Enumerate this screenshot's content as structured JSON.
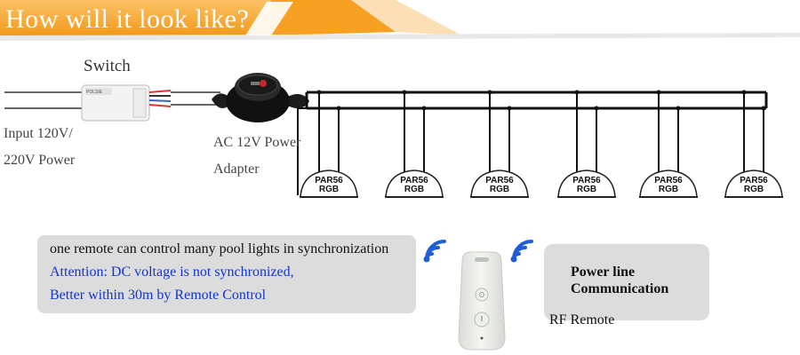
{
  "banner": {
    "title": "How will it look like?",
    "colors": {
      "primary": "#f7a024",
      "light": "#fbc266",
      "stripe": "#e8e8e8"
    }
  },
  "wiring": {
    "switch_label": "Switch",
    "switch_module_text": "POLSIE",
    "input_label_1": "Input 120V/",
    "input_label_2": "220V Power",
    "adapter_label_1": "AC 12V Power",
    "adapter_label_2": "Adapter"
  },
  "lights": [
    {
      "label_1": "PAR56",
      "label_2": "RGB"
    },
    {
      "label_1": "PAR56",
      "label_2": "RGB"
    },
    {
      "label_1": "PAR56",
      "label_2": "RGB"
    },
    {
      "label_1": "PAR56",
      "label_2": "RGB"
    },
    {
      "label_1": "PAR56",
      "label_2": "RGB"
    },
    {
      "label_1": "PAR56",
      "label_2": "RGB"
    }
  ],
  "sync_panel": {
    "line_1": "one remote can control many pool lights in synchronization",
    "line_2": "Attention: DC voltage is not synchronized,",
    "line_3": "Better within 30m by Remote Control"
  },
  "plc_panel": {
    "line_1": "Power line",
    "line_2": "Communication"
  },
  "remote": {
    "label": "RF Remote",
    "icons": [
      "wifi-signal-icon",
      "power-button-icon"
    ],
    "signal_color": "#1e5fd8"
  }
}
